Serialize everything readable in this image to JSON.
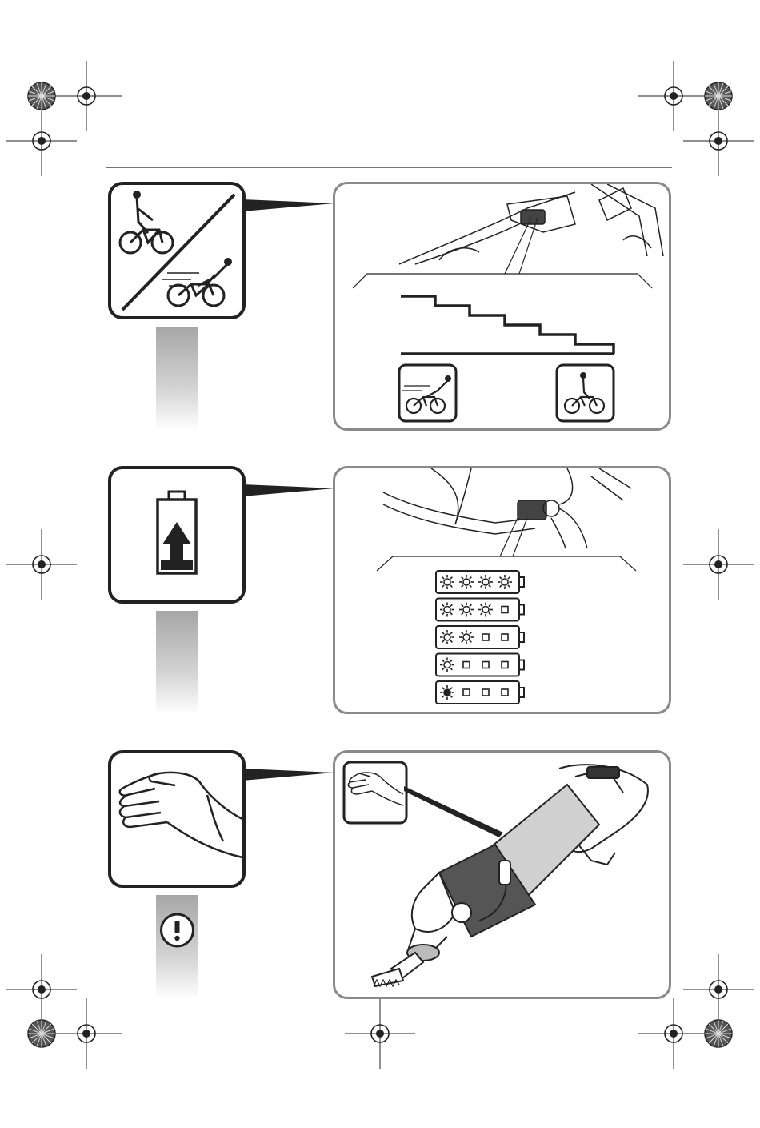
{
  "page": {
    "description_text": "",
    "colors": {
      "outline": "#222222",
      "panel_border": "#8a8a8a",
      "gradient_top": "#a6a6a6",
      "gradient_bottom": "#ffffff",
      "led_on": "#222222"
    }
  },
  "sections": [
    {
      "id": "speed",
      "icon": "bicycle-slow-fast-icon",
      "callouts": [
        "fast-bicycle-icon",
        "slow-bicycle-icon"
      ]
    },
    {
      "id": "battery",
      "icon": "battery-charge-icon",
      "battery_levels": [
        {
          "lit": 4
        },
        {
          "lit": 3
        },
        {
          "lit": 2
        },
        {
          "lit": 1
        },
        {
          "lit": 1,
          "blinking": true
        }
      ]
    },
    {
      "id": "grip",
      "icon": "hand-icon",
      "warning_icon": "exclamation-icon",
      "tool": "multi-tool-icon"
    }
  ]
}
